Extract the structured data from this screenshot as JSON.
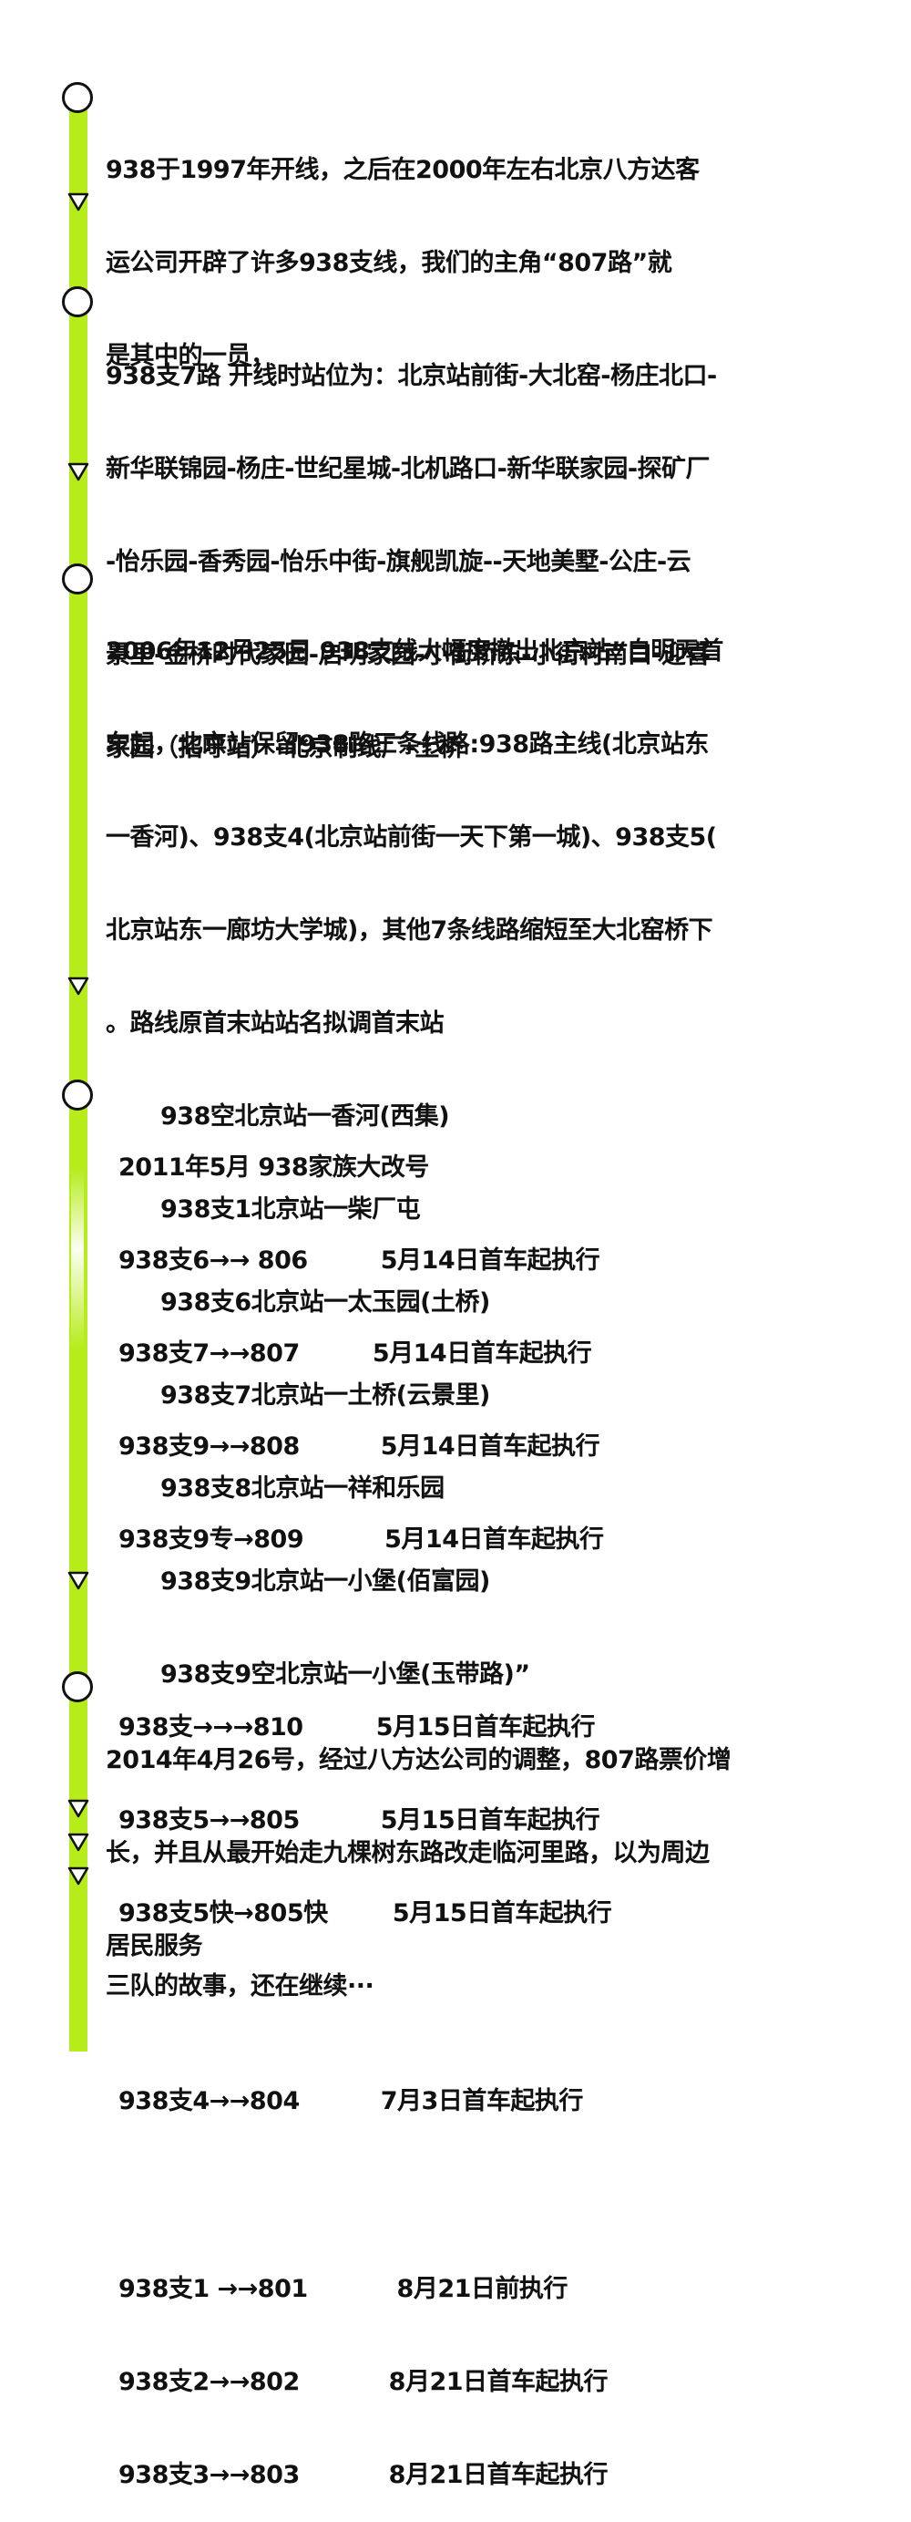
{
  "entries": [
    {
      "lines": [
        "938于1997年开线，之后在2000年左右北京八方达客",
        "运公司开辟了许多938支线，我们的主角“807路”就",
        "是其中的一员，"
      ]
    },
    {
      "lines": [
        "938支7路 开线时站位为：北京站前街-大北窑-杨庄北口-",
        "新华联锦园-杨庄-世纪星城-北机路口-新华联家园-探矿厂",
        "-怡乐园-香秀园-怡乐中街-旗舰凯旋--天地美墅-公庄-云",
        "景里-金桥时代家园-启明家园-小街桥东-小街村南口-迎喜",
        "家园（招呼站）-北京制线厂-土桥"
      ]
    },
    {
      "lines": [
        "2006年12月25日 938支线大幅度撤出北京站“自明天首",
        "车起，北京站保留938路三条线路:938路主线(北京站东",
        "一香河)、938支4(北京站前街一天下第一城)、938支5(",
        "北京站东一廊坊大学城)，其他7条线路缩短至大北窑桥下",
        "。路线原首末站站名拟调首末站"
      ],
      "routes": [
        "938空北京站一香河(西集)",
        "938支1北京站一柴厂屯",
        "938支6北京站一太玉园(土桥)",
        "938支7北京站一土桥(云景里)",
        "938支8北京站一祥和乐园",
        "938支9北京站一小堡(佰富园)",
        "938支9空北京站一小堡(玉带路)”"
      ]
    },
    {
      "title": "2011年5月 938家族大改号",
      "groups": [
        [
          "938支6→→ 806         5月14日首车起执行",
          "938支7→→807         5月14日首车起执行",
          "938支9→→808          5月14日首车起执行",
          "938支9专→809          5月14日首车起执行"
        ],
        [
          "938支→→→810         5月15日首车起执行",
          "938支5→→805          5月15日首车起执行",
          "938支5快→805快        5月15日首车起执行"
        ],
        [
          "938支4→→804          7月3日首车起执行"
        ],
        [
          "938支1 →→801           8月21日前执行",
          "938支2→→802           8月21日首车起执行",
          "938支3→→803           8月21日首车起执行"
        ]
      ]
    },
    {
      "lines": [
        "2014年4月26号，经过八方达公司的调整，807路票价增",
        "长，并且从最开始走九棵树东路改走临河里路，以为周边",
        "居民服务"
      ]
    },
    {
      "lines": [
        "三队的故事，还在继续···"
      ]
    }
  ]
}
